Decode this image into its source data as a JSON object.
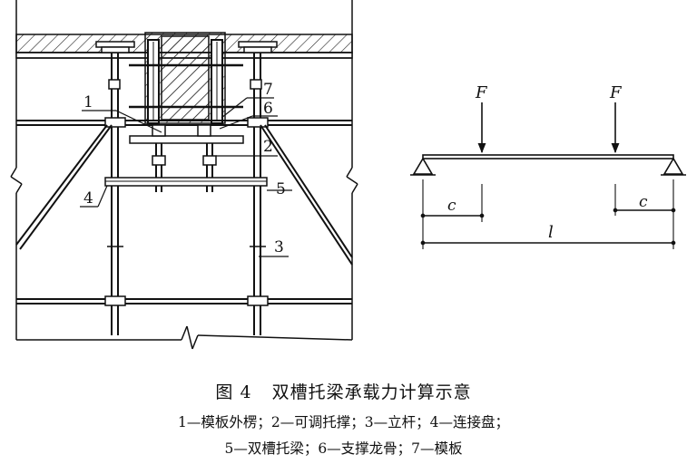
{
  "caption": {
    "figure_number": "图 4",
    "title": "双槽托梁承载力计算示意",
    "legend_line1": "1—模板外楞；2—可调托撑；3—立杆；4—连接盘；",
    "legend_line2": "5—双槽托梁；6—支撑龙骨；7—模板"
  },
  "left_callouts": [
    "1",
    "2",
    "3",
    "4",
    "5",
    "6",
    "7"
  ],
  "right_diagram": {
    "force_label_left": "F",
    "force_label_right": "F",
    "dim_c_left": "c",
    "dim_c_right": "c",
    "dim_span": "l"
  },
  "colors": {
    "line": "#111111",
    "hatch": "#222222",
    "background": "#ffffff"
  }
}
